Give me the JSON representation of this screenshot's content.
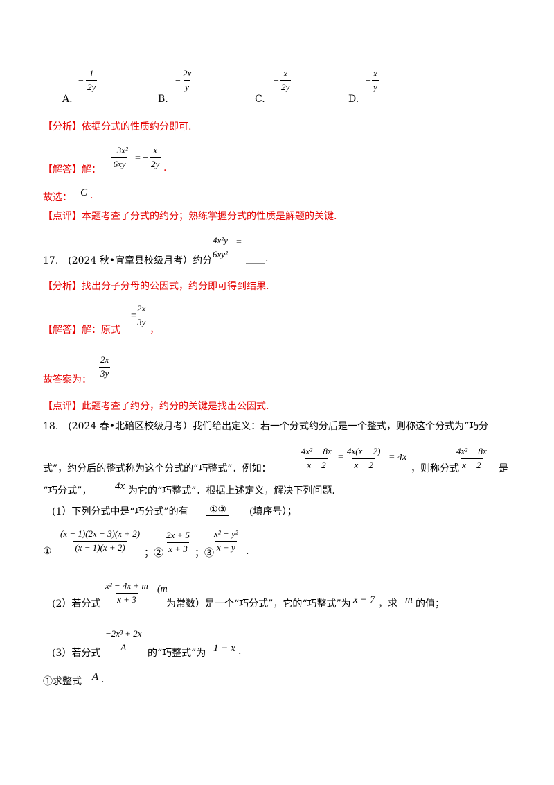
{
  "q16_options": {
    "A": {
      "label": "A.",
      "num": "1",
      "den": "2y"
    },
    "B": {
      "label": "B.",
      "num": "2x",
      "den": "y"
    },
    "C": {
      "label": "C.",
      "num": "x",
      "den": "2y"
    },
    "D": {
      "label": "D.",
      "num": "x",
      "den": "y"
    }
  },
  "q16_analysis": "【分析】依据分式的性质约分即可.",
  "q16_solution": {
    "prefix": "【解答】解：",
    "lhs_num": "−3x²",
    "lhs_den": "6xy",
    "rhs_num": "x",
    "rhs_den": "2y",
    "suffix": "."
  },
  "q16_choice": {
    "prefix": "故选：",
    "answer": "C",
    "suffix": "."
  },
  "q16_comment": "【点评】本题考查了分式的约分；熟练掌握分式的性质是解题的关键.",
  "q17": {
    "text": "17.　(2024 秋•宜章县校级月考）约分",
    "num": "4x²y",
    "den": "6xy²",
    "eq": "=",
    "blank": "____."
  },
  "q17_analysis": "【分析】找出分子分母的公因式，约分即可得到结果.",
  "q17_solution": {
    "prefix": "【解答】解：原式",
    "eq": "=",
    "num": "2x",
    "den": "3y",
    "suffix": "，"
  },
  "q17_answer": {
    "prefix": "故答案为：",
    "num": "2x",
    "den": "3y"
  },
  "q17_comment": "【点评】此题考查了约分，约分的关键是找出公因式.",
  "q18": {
    "line1": "18.　(2024 春•北碚区校级月考）我们给出定义：若一个分式约分后是一个整式，则称这个分式为“巧分",
    "line2_a": "式”，约分后的整式称为这个分式的“巧整式”．例如：",
    "ex_num1": "4x² − 8x",
    "ex_den1": "x − 2",
    "ex_eq1": "=",
    "ex_num2": "4x(x − 2)",
    "ex_den2": "x − 2",
    "ex_eq2": "= 4x",
    "line2_b": "，则称分式",
    "ex_num3": "4x² − 8x",
    "ex_den3": "x − 2",
    "line2_c": "是",
    "line3_a": "“巧分式”，",
    "line3_math": "4x",
    "line3_b": "为它的“巧整式”．根据上述定义，解决下列问题.",
    "p1": {
      "prefix": "(1）下列分式中是“巧分式”的有",
      "answer": "①③",
      "suffix": "(填序号）；"
    },
    "items": {
      "i1_mark": "①",
      "i1_num": "(x − 1)(2x − 3)(x + 2)",
      "i1_den": "(x − 1)(x + 2)",
      "sep1": "；②",
      "i2_num": "2x + 5",
      "i2_den": "x + 3",
      "sep2": "；③",
      "i3_num": "x² − y²",
      "i3_den": "x + y",
      "end": "."
    },
    "p2": {
      "prefix": "(2）若分式",
      "num": "x² − 4x + m",
      "den": "x + 3",
      "m_note": "(m",
      "mid": "为常数）是一个“巧分式”，它的“巧整式”为",
      "expr": "x − 7",
      "tail1": "，求",
      "m": "m",
      "tail2": "的值；"
    },
    "p3": {
      "prefix": "(3）若分式",
      "num": "−2x³ + 2x",
      "den": "A",
      "mid": "的“巧整式”为",
      "expr": "1 − x",
      "suffix": "."
    },
    "p3_1": {
      "prefix": "①求整式",
      "A": "A",
      "suffix": "."
    }
  }
}
